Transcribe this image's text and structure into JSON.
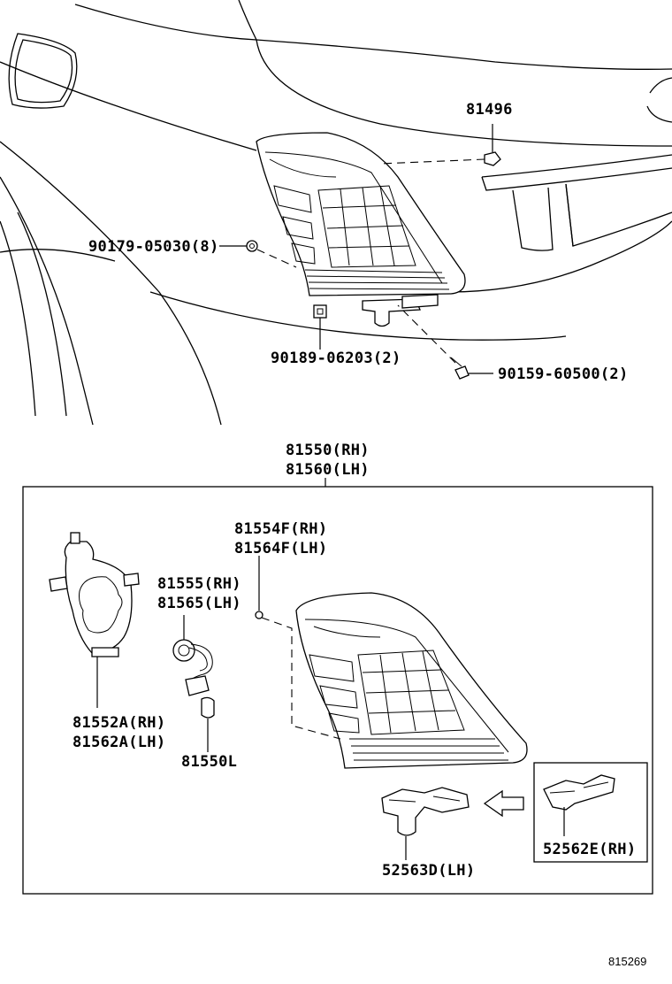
{
  "labels": {
    "clip_81496": "81496",
    "nut_90179": "90179-05030(8)",
    "grommet_90189": "90189-06203(2)",
    "screw_90159": "90159-60500(2)",
    "assy_rh": "81550(RH)",
    "assy_lh": "81560(LH)",
    "gasket_rh": "81554F(RH)",
    "gasket_lh": "81564F(LH)",
    "socket_rh": "81555(RH)",
    "socket_lh": "81565(LH)",
    "cover_rh": "81552A(RH)",
    "cover_lh": "81562A(LH)",
    "bulb": "81550L",
    "bracket_lh": "52563D(LH)",
    "bracket_rh": "52562E(RH)",
    "figure_code": "815269"
  }
}
